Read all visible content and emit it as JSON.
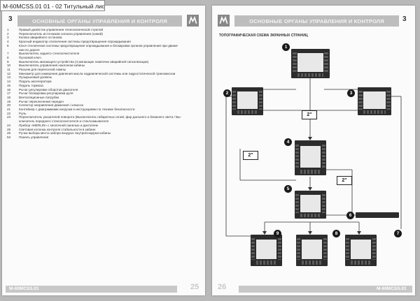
{
  "window": {
    "tab_title": "M-60MCSS.01 01 - 02 Титульный лист.pdf"
  },
  "left_page": {
    "section_number": "3",
    "header_title": "ОСНОВНЫЕ ОРГАНЫ УПРАВЛЕНИЯ И КОНТРОЛЯ",
    "items": [
      {
        "num": "1",
        "text": "Правый джойстик управления телескопической стрелой"
      },
      {
        "num": "2",
        "text": "Переключатель источников сигнала управления (синий)"
      },
      {
        "num": "3",
        "text": "Кнопка аварийного останова"
      },
      {
        "num": "4",
        "text": "Красный индикатор отключения системы предотвращения опрокидывания"
      },
      {
        "num": "5",
        "text": "Ключ отключения системы предотвращения опрокидывания и блокировки органов управления при движе-"
      },
      {
        "num": "",
        "text": "нии по дороге"
      },
      {
        "num": "7",
        "text": "Выключатель заднего стеклоочистителя"
      },
      {
        "num": "8",
        "text": "Пусковой ключ"
      },
      {
        "num": "9",
        "text": "Выключатель мигающего устройства (4 мигающих лампочки аварийной сигнализации)"
      },
      {
        "num": "10",
        "text": "Выключатель управления наклоном кабины"
      },
      {
        "num": "11",
        "text": "Разъем для переносной лампы"
      },
      {
        "num": "12",
        "text": "Манометр для измерения давления масла гидравлической системы или гидростатической трансмиссии"
      },
      {
        "num": "13",
        "text": "Пузырьковый уровень"
      },
      {
        "num": "14",
        "text": "Педаль акселератора"
      },
      {
        "num": "15",
        "text": "Педаль тормоза"
      },
      {
        "num": "16",
        "text": "Рычаг регулировки оборотов двигателя"
      },
      {
        "num": "17",
        "text": "Рычаг блокировки регулировки руля"
      },
      {
        "num": "18",
        "text": "Вентиляционные патрубки"
      },
      {
        "num": "19",
        "text": "Рычаг переключения передач"
      },
      {
        "num": "20",
        "text": "Селектор направления движения / клаксон"
      },
      {
        "num": "21",
        "text": "Контейнер с диаграммами нагрузки и инструкциями по технике безопасности"
      },
      {
        "num": "22",
        "text": "Руль"
      },
      {
        "num": "23",
        "text": "Переключатель указателей поворота (Выключатель габаритных огней, фар дальнего и ближнего света / Вы-"
      },
      {
        "num": "",
        "text": "ключатель переднего стеклоочистителя и стеклоомывателя"
      },
      {
        "num": "24",
        "text": "Прибор «MERLIN» с кнопочной панелью и дисплеем"
      },
      {
        "num": "25",
        "text": "Световая колонка контроля стабильности в кабине"
      },
      {
        "num": "26",
        "text": "Ручка выбора места забора воздуха: внутри/снаружи кабины"
      },
      {
        "num": "",
        "text": ""
      },
      {
        "num": "53",
        "text": "Панель управления"
      }
    ],
    "footer_label": "M-60MCSS.01",
    "page_number": "25"
  },
  "right_page": {
    "section_number": "3",
    "header_title": "ОСНОВНЫЕ ОРГАНЫ УПРАВЛЕНИЯ И КОНТРОЛЯ",
    "diagram_title": "ТОПОГРАФИЧЕСКАЯ СХЕМА ЭКРАННЫХ СТРАНИЦ",
    "screens": [
      "1",
      "2",
      "3",
      "4",
      "5",
      "6",
      "7",
      "8",
      "9"
    ],
    "connector_label": "2\"",
    "footer_label": "M-60MCSS.01",
    "page_number": "26"
  },
  "colors": {
    "header_bar": "#bdbdbd",
    "page": "#fbfbfb",
    "device": "#2c2c2c"
  },
  "icons": [
    "manitou-logo-icon"
  ]
}
